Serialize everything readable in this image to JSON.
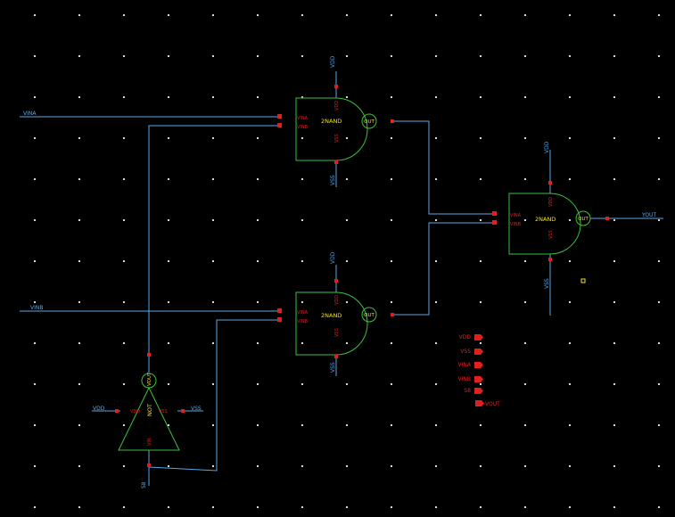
{
  "nets": {
    "vina": "VINA",
    "vinb": "VINB",
    "vdd": "VDD",
    "vss": "VSS",
    "sel": "S8",
    "vout": "YOUT"
  },
  "gates": {
    "nand1": {
      "name": "2NAND",
      "pin_a": "VINA",
      "pin_b": "VINB",
      "pin_vdd": "VDD",
      "pin_vss": "VSS",
      "pin_out": "OUT"
    },
    "nand2": {
      "name": "2NAND",
      "pin_a": "VINA",
      "pin_b": "VINB",
      "pin_vdd": "VDD",
      "pin_vss": "VSS",
      "pin_out": "OUT"
    },
    "nand3": {
      "name": "2NAND",
      "pin_a": "VINA",
      "pin_b": "VINB",
      "pin_vdd": "VDD",
      "pin_vss": "VSS",
      "pin_out": "OUT"
    },
    "not1": {
      "name": "NOT",
      "pin_vdd": "VDD",
      "pin_vss": "VSS",
      "pin_in": "VIN",
      "pin_out": "VOUT"
    }
  },
  "ports": [
    "VDD",
    "VSS",
    "VINA",
    "VINB",
    "S8",
    "VOUT"
  ],
  "colors": {
    "wire": "#5aa8e6",
    "body": "#3cc23c",
    "pin": "#e0201e",
    "label": "#f2e020",
    "grid": "#d8d8d8",
    "background": "#000000"
  }
}
